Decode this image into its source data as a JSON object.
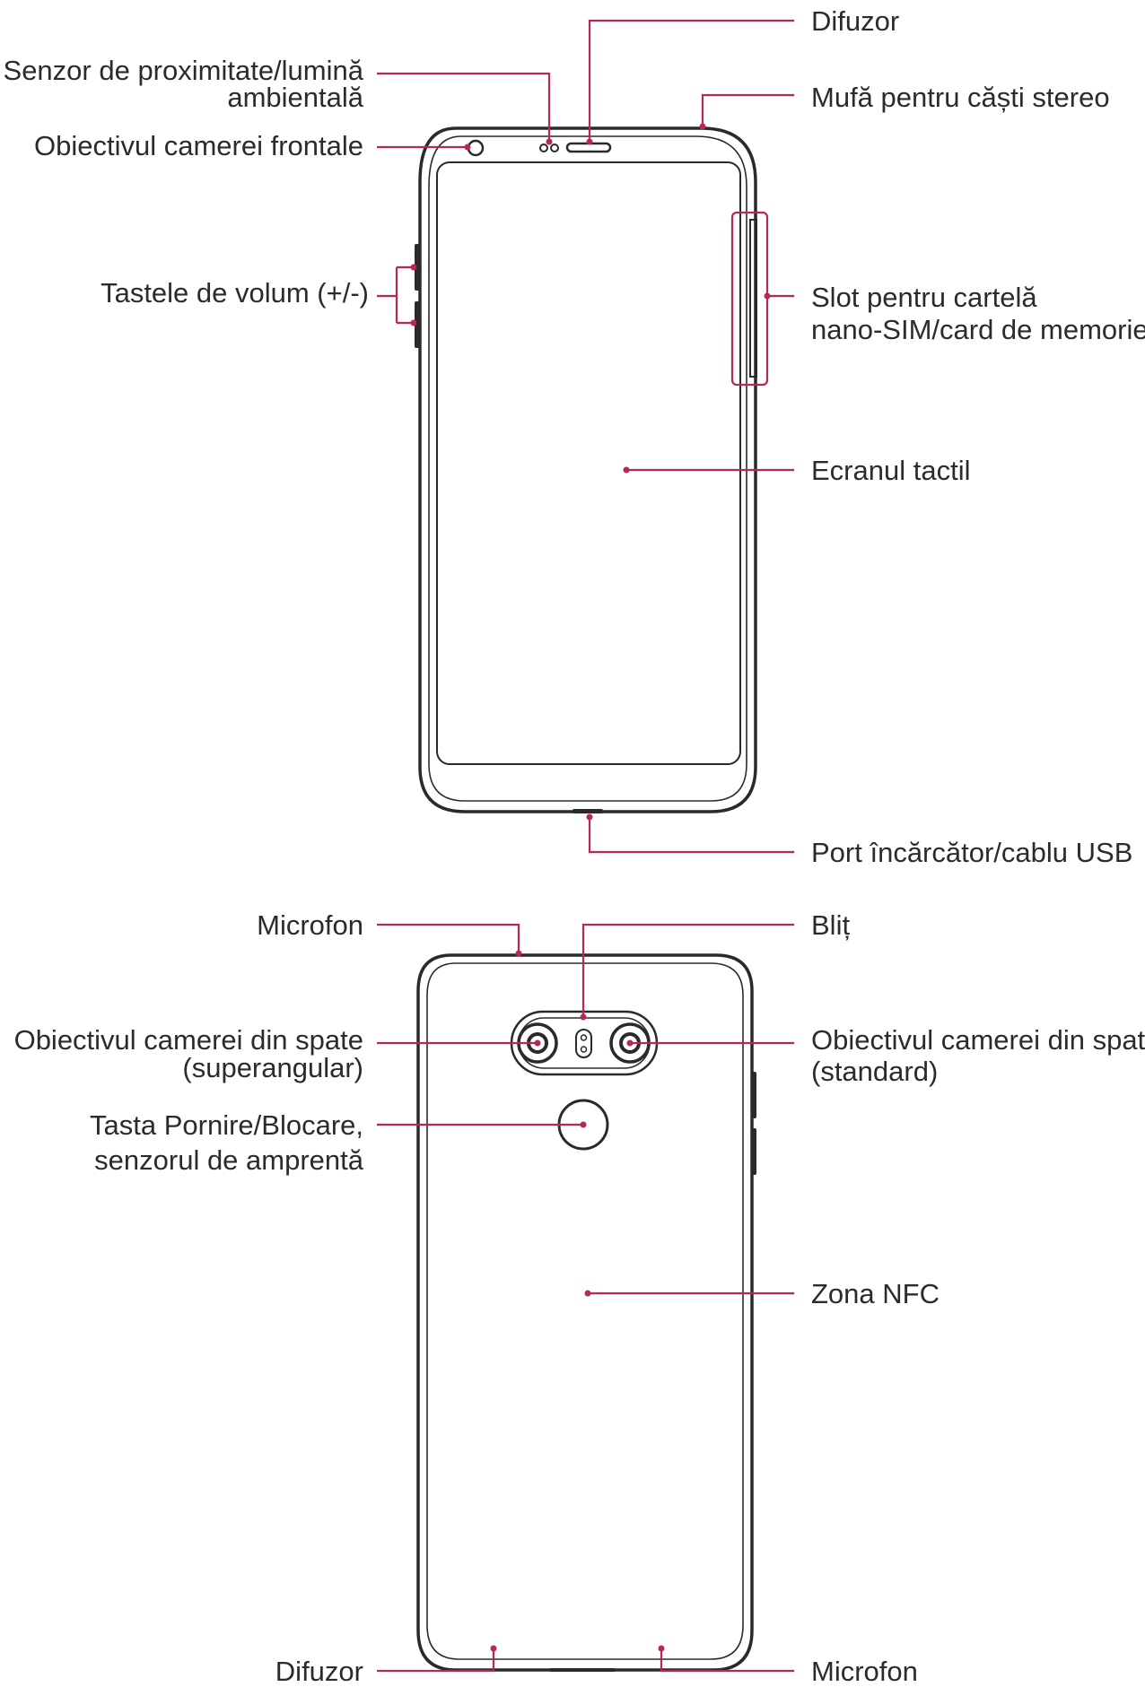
{
  "colors": {
    "leader": "#b8265c",
    "outline": "#2a2a2a",
    "text": "#2b2b2b"
  },
  "front": {
    "labels": {
      "speaker_top": "Difuzor",
      "proximity_line1": "Senzor de proximitate/lumină",
      "proximity_line2": "ambientală",
      "headphone_jack": "Mufă pentru căști stereo",
      "front_camera": "Obiectivul camerei frontale",
      "volume_keys": "Tastele de volum (+/-)",
      "sim_slot_line1": "Slot pentru cartelă",
      "sim_slot_line2": "nano-SIM/card de memorie",
      "touchscreen": "Ecranul tactil",
      "usb_port": "Port încărcător/cablu USB"
    }
  },
  "back": {
    "labels": {
      "microphone_top": "Microfon",
      "flash": "Bliț",
      "rear_camera_wide_line1": "Obiectivul camerei din spate",
      "rear_camera_wide_line2": "(superangular)",
      "rear_camera_std_line1": "Obiectivul camerei din spate",
      "rear_camera_std_line2": "(standard)",
      "power_key_line1": "Tasta Pornire/Blocare,",
      "power_key_line2": "senzorul de amprentă",
      "nfc": "Zona NFC",
      "speaker_bottom": "Difuzor",
      "microphone_bottom": "Microfon"
    }
  }
}
